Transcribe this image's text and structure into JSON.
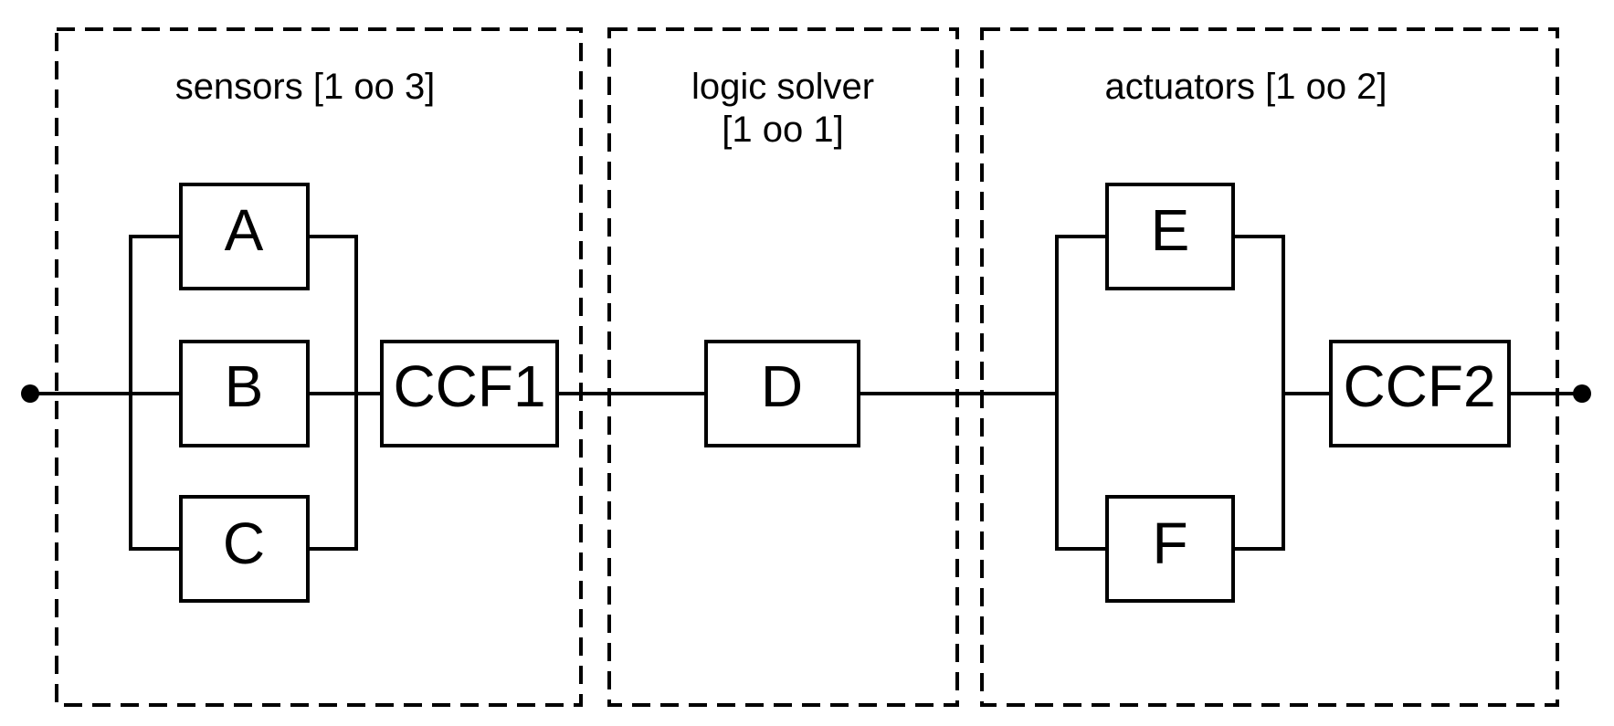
{
  "diagram": {
    "type": "reliability-block-diagram",
    "groups": [
      {
        "id": "sensors",
        "label_lines": [
          "sensors [1 oo 3]"
        ]
      },
      {
        "id": "logic_solver",
        "label_lines": [
          "logic solver",
          "[1 oo 1]"
        ]
      },
      {
        "id": "actuators",
        "label_lines": [
          "actuators [1 oo 2]"
        ]
      }
    ],
    "blocks": [
      {
        "id": "A",
        "label": "A",
        "group": "sensors"
      },
      {
        "id": "B",
        "label": "B",
        "group": "sensors"
      },
      {
        "id": "C",
        "label": "C",
        "group": "sensors"
      },
      {
        "id": "CCF1",
        "label": "CCF1",
        "group": "sensors"
      },
      {
        "id": "D",
        "label": "D",
        "group": "logic_solver"
      },
      {
        "id": "E",
        "label": "E",
        "group": "actuators"
      },
      {
        "id": "F",
        "label": "F",
        "group": "actuators"
      },
      {
        "id": "CCF2",
        "label": "CCF2",
        "group": "actuators"
      }
    ],
    "colors": {
      "line": "#000000",
      "text": "#000000",
      "background": "#ffffff"
    }
  }
}
